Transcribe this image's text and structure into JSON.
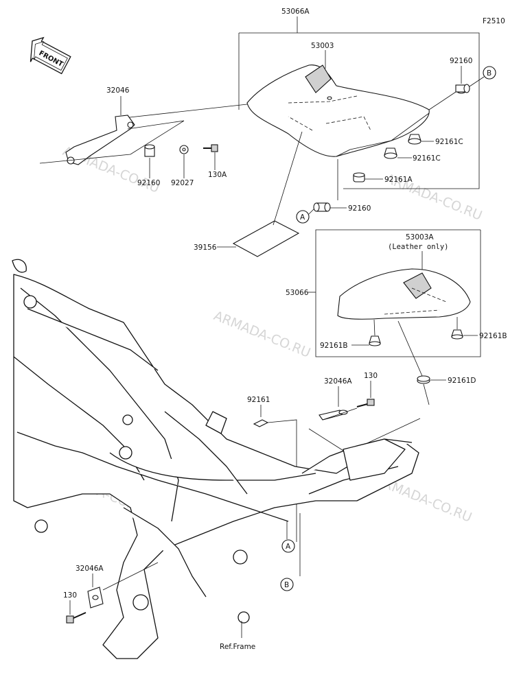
{
  "figure_code": "F2510",
  "front_arrow": "FRONT",
  "watermarks": [
    "ARMADA-CO.RU",
    "ARMADA-CO.RU",
    "ARMADA-CO.RU",
    "ARMADA-CO.RU",
    "ARMADA-CO.RU"
  ],
  "labels": {
    "p53066A": "53066A",
    "p53003": "53003",
    "p92160_top": "92160",
    "p32046": "32046",
    "p92161C_1": "92161C",
    "p92161C_2": "92161C",
    "p92161A": "92161A",
    "p92160_left": "92160",
    "p92027": "92027",
    "p130A": "130A",
    "p92160_bottom": "92160",
    "p39156": "39156",
    "p53003A": "53003A",
    "p_leather": "(Leather only)",
    "p53066": "53066",
    "p92161B_1": "92161B",
    "p92161B_2": "92161B",
    "p32046A_top": "32046A",
    "p130": "130",
    "p92161D": "92161D",
    "p92161": "92161",
    "p32046A_bottom": "32046A",
    "p130_bottom": "130",
    "ref_frame": "Ref.Frame"
  },
  "callouts": {
    "A": "A",
    "B": "B"
  }
}
